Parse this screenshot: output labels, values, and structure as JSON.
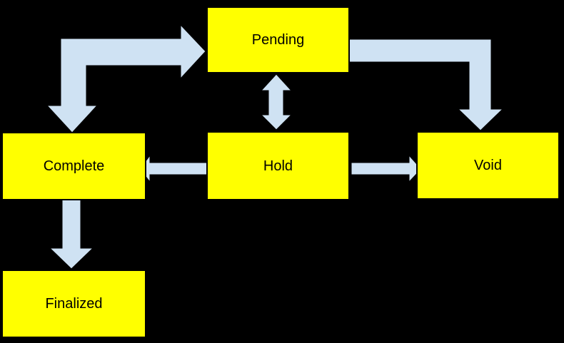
{
  "diagram": {
    "type": "flowchart",
    "nodes": [
      {
        "id": "pending",
        "label": "Pending"
      },
      {
        "id": "complete",
        "label": "Complete"
      },
      {
        "id": "hold",
        "label": "Hold"
      },
      {
        "id": "void",
        "label": "Void"
      },
      {
        "id": "finalized",
        "label": "Finalized"
      }
    ],
    "edges": [
      {
        "from": "pending",
        "to": "complete",
        "bidirectional": true,
        "shape": "bent-elbow-double-headed"
      },
      {
        "from": "pending",
        "to": "void",
        "bidirectional": false,
        "shape": "bent-elbow"
      },
      {
        "from": "pending",
        "to": "hold",
        "bidirectional": true,
        "shape": "straight-vertical-double-headed"
      },
      {
        "from": "hold",
        "to": "complete",
        "bidirectional": false,
        "shape": "straight-horizontal"
      },
      {
        "from": "hold",
        "to": "void",
        "bidirectional": false,
        "shape": "straight-horizontal"
      },
      {
        "from": "complete",
        "to": "finalized",
        "bidirectional": false,
        "shape": "straight-vertical"
      }
    ]
  },
  "theme": {
    "background": "#000000",
    "node_fill": "#ffff00",
    "node_border": "#000000",
    "node_text": "#000000",
    "arrow_fill": "#cfe2f3",
    "arrow_stroke": "#000000"
  }
}
